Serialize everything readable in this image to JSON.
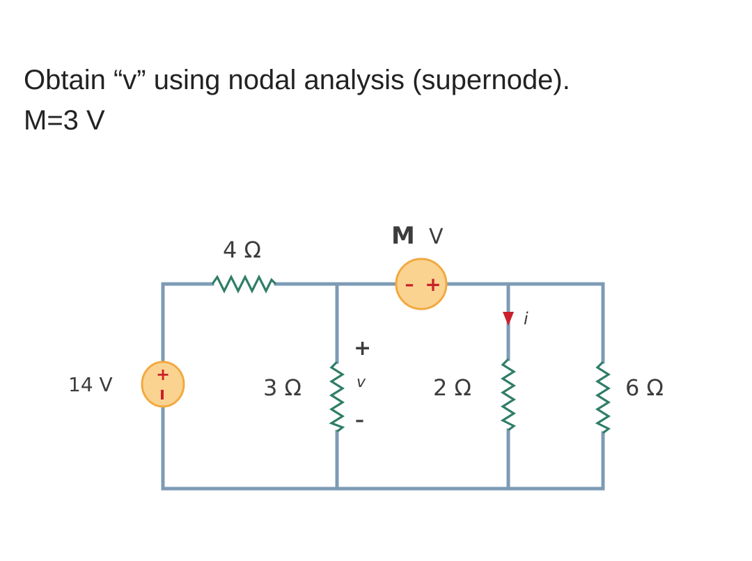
{
  "problem": {
    "line1": "Obtain “v” using nodal analysis (supernode).",
    "line2": "M=3 V"
  },
  "circuit": {
    "labels": {
      "r4": "4 Ω",
      "r3": "3 Ω",
      "r2": "2 Ω",
      "r6": "6 Ω",
      "vs14": "14 V",
      "dep_m": "M",
      "dep_v": "V",
      "v_plus": "+",
      "v_var": "v",
      "v_minus": "–",
      "current": "i"
    },
    "colors": {
      "wire": "#7d9bb5",
      "resistor": "#2f7d67",
      "source_fill": "#fbd391",
      "source_stroke": "#f2a940",
      "source_sign": "#c9202a",
      "arrow": "#c9202a"
    }
  }
}
